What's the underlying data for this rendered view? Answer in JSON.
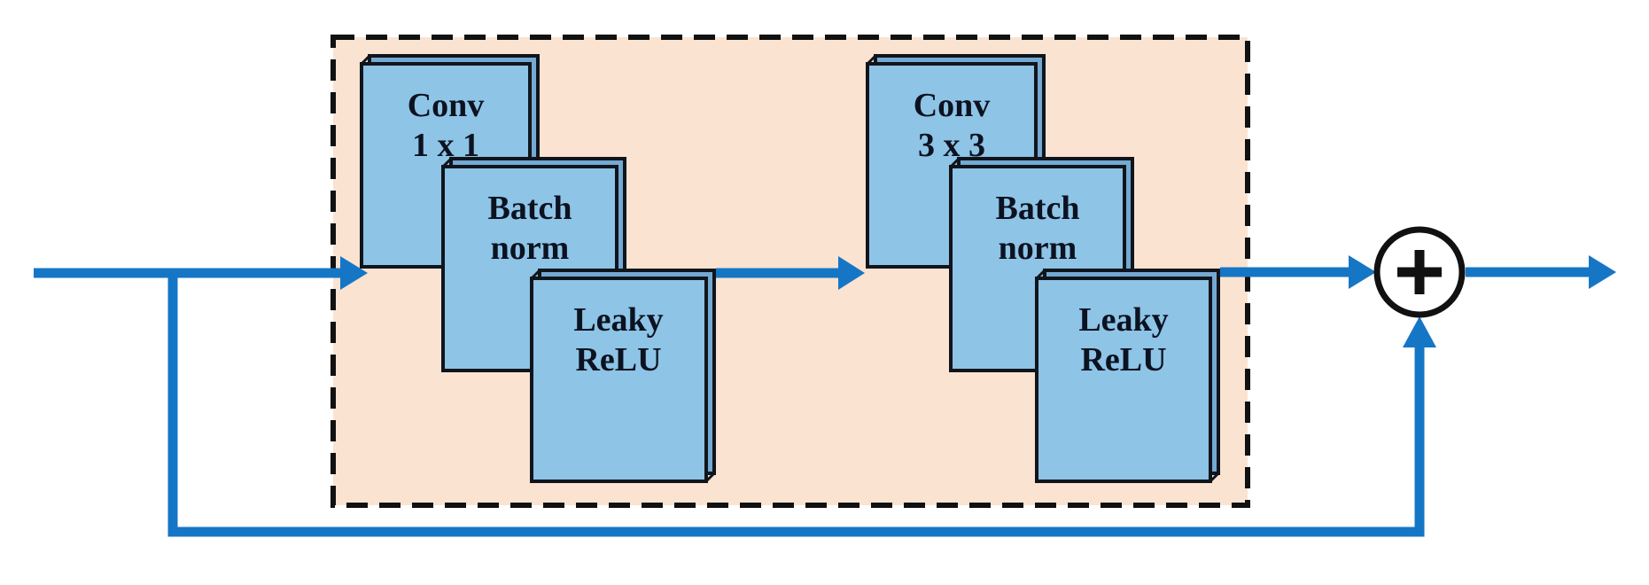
{
  "colors": {
    "background": "#ffffff",
    "arrow": "#1576c6",
    "block_fill": "#8ec4e6",
    "block_side": "#74a9d2",
    "outline": "#10151c",
    "container_fill": "#fbe3d1",
    "container_border": "#111111",
    "sum_fill": "#ffffff",
    "sum_border": "#111111",
    "text": "#0c1220"
  },
  "groups": [
    {
      "blocks": [
        {
          "line1": "Conv",
          "line2": "1 x 1"
        },
        {
          "line1": "Batch",
          "line2": "norm"
        },
        {
          "line1": "Leaky",
          "line2": "ReLU"
        }
      ]
    },
    {
      "blocks": [
        {
          "line1": "Conv",
          "line2": "3 x 3"
        },
        {
          "line1": "Batch",
          "line2": "norm"
        },
        {
          "line1": "Leaky",
          "line2": "ReLU"
        }
      ]
    }
  ],
  "operator": {
    "symbol": "+"
  }
}
